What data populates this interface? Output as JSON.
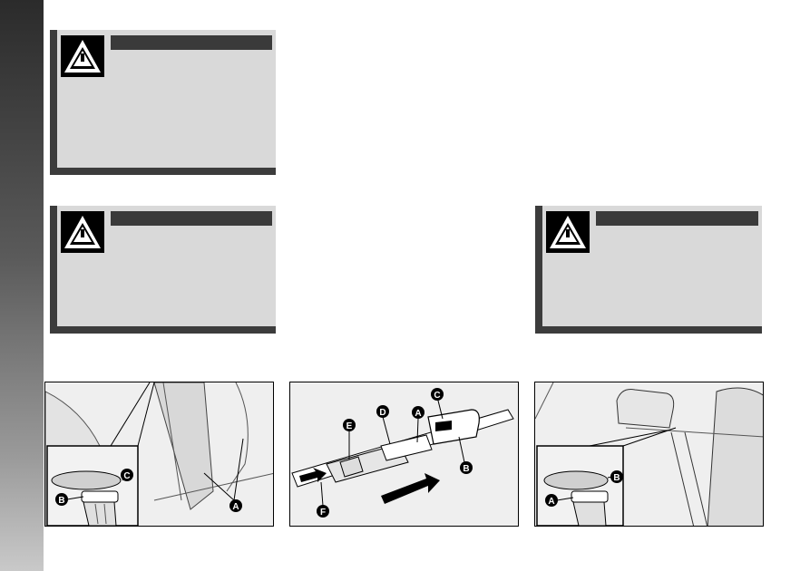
{
  "warning_boxes": [
    {
      "icon": "warning-triangle-icon"
    },
    {
      "icon": "warning-triangle-icon"
    },
    {
      "icon": "warning-triangle-icon"
    }
  ],
  "figures": {
    "left": {
      "labels": {
        "a": "A",
        "b": "B",
        "c": "C"
      }
    },
    "middle": {
      "labels": {
        "a": "A",
        "b": "B",
        "c": "C",
        "d": "D",
        "e": "E",
        "f": "F"
      }
    },
    "right": {
      "labels": {
        "a": "A",
        "b": "B"
      }
    }
  }
}
